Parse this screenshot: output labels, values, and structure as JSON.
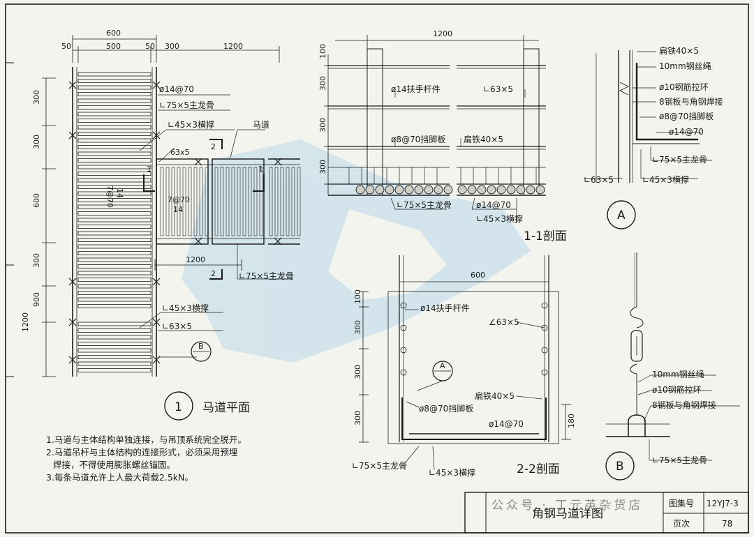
{
  "title_block": {
    "drawing_title": "角钢马道详图",
    "atlas_label": "图集号",
    "atlas_no": "12YJ7-3",
    "page_label": "页次",
    "page_no": "78"
  },
  "watermark": "公众号 · 丁元英杂货店",
  "plan": {
    "caption_no": "1",
    "caption": "马道平面",
    "dims_top": [
      "600",
      "50",
      "500",
      "50",
      "300",
      "1200"
    ],
    "dims_left": [
      "300",
      "300",
      "600",
      "300",
      "900",
      "1200"
    ],
    "dim_bottom": "1200",
    "spacing_a": "7@70",
    "spacing_a_sub": "14",
    "spacing_b": "7@70",
    "spacing_b_sub": "14",
    "labels": {
      "handrail": "ø14@70",
      "main_keel": "∟75×5主龙骨",
      "cross_brace": "∟45×3横撑",
      "catwalk": "马道",
      "angle": "63x5",
      "main_keel_2": "∟75×5主龙骨",
      "cross_brace_2": "∟45×3横撑",
      "angle_2": "∟63×5"
    },
    "cut_1": "1",
    "cut_2": "2",
    "ref_b": "B"
  },
  "section11": {
    "caption": "1-1剖面",
    "dim_top": "1200",
    "dims_left": [
      "100",
      "300",
      "300",
      "300"
    ],
    "labels": {
      "handrail": "ø14扶手杆件",
      "angle": "∟63×5",
      "toe": "ø8@70挡脚板",
      "flat": "扁铁40×5",
      "keel": "∟75×5主龙骨",
      "rod": "ø14@70",
      "brace": "∟45×3横撑"
    }
  },
  "section22": {
    "caption": "2-2剖面",
    "dim_top": "600",
    "dims_left": [
      "100",
      "300",
      "300",
      "300"
    ],
    "dim_right": "180",
    "labels": {
      "handrail": "ø14扶手杆件",
      "angle": "∠63×5",
      "flat": "扁铁40×5",
      "toe": "ø8@70挡脚板",
      "rod": "ø14@70",
      "keel": "∟75×5主龙骨",
      "brace": "∟45×3横撑"
    },
    "ref_a": "A"
  },
  "detail_a": {
    "ref": "A",
    "labels": {
      "flat": "扁铁40×5",
      "rope": "10mm钢丝绳",
      "ring": "ø10钢筋拉环",
      "weld": "8钢板与角钢焊接",
      "toe": "ø8@70挡脚板",
      "rod": "ø14@70",
      "keel": "∟75×5主龙骨",
      "angle": "∟63×5",
      "brace": "∟45×3横撑"
    }
  },
  "detail_b": {
    "ref": "B",
    "labels": {
      "rope": "10mm钢丝绳",
      "ring": "ø10钢筋拉环",
      "weld": "8钢板与角钢焊接",
      "keel": "∟75×5主龙骨"
    }
  },
  "notes": [
    "1.马道与主体结构单独连接，与吊顶系统完全脱开。",
    "2.马道吊杆与主体结构的连接形式，必须采用预埋",
    "焊接，不得使用膨胀螺丝锚固。",
    "3.每条马道允许上人最大荷载2.5kN。"
  ],
  "colors": {
    "paper": "#f4f4ef",
    "ink": "#1a1a1a",
    "watermark_blue": "#a9cfe6"
  }
}
